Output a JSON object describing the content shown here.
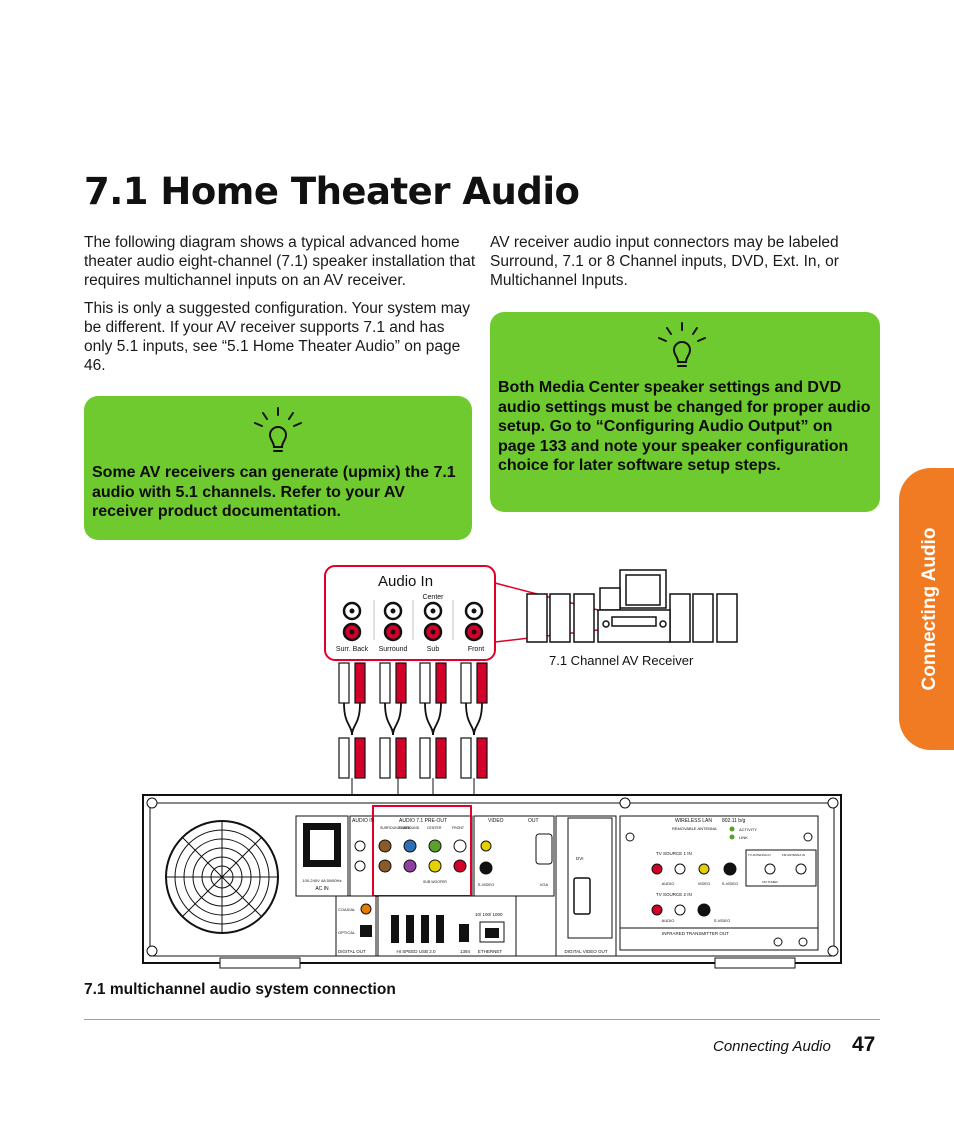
{
  "page": {
    "title": "7.1 Home Theater Audio",
    "paragraphs": [
      "The following diagram shows a typical advanced home theater audio eight-channel (7.1) speaker installation that requires multichannel inputs on an AV receiver.",
      "This is only a suggested configuration. Your system may be different. If your AV receiver supports 7.1 and has only 5.1 inputs, see “5.1 Home Theater Audio” on page 46.",
      "AV receiver audio input connectors may be labeled Surround, 7.1 or 8 Channel inputs, DVD, Ext. In, or Multichannel Inputs."
    ],
    "tips": [
      {
        "text": "Some AV receivers can generate (upmix) the 7.1 audio with 5.1 channels. Refer to your AV receiver product documentation.",
        "icon": "lightbulb-icon"
      },
      {
        "text": "Both Media Center speaker settings and DVD audio settings must be changed for proper audio setup. Go to “Configuring Audio Output” on page 133 and note your speaker configuration choice for later software setup steps.",
        "icon": "lightbulb-icon"
      }
    ],
    "side_tab": "Connecting Audio",
    "figure_caption": "7.1 multichannel audio system connection",
    "footer": {
      "section": "Connecting Audio",
      "page_number": "47"
    }
  },
  "diagram": {
    "audio_in_label": "Audio In",
    "center_label": "Center",
    "jack_labels": [
      "Surr. Back",
      "Surround",
      "Sub",
      "Front"
    ],
    "receiver_label": "7.1 Channel AV Receiver",
    "panel": {
      "audio_in": "AUDIO IN",
      "pre_out": "AUDIO 7.1 PRE-OUT",
      "pre_out_cols": [
        "SURROUND BACK",
        "SURROUND",
        "CENTER",
        "FRONT"
      ],
      "subwoofer": "SUB WOOFER",
      "video": "VIDEO",
      "out": "OUT",
      "s_video": "S-VIDEO",
      "vga": "VGA",
      "dvi": "DVI",
      "digital_video_out": "DIGITAL VIDEO OUT",
      "wireless_lan": "WIRELESS LAN",
      "wireless_std": "802.11 b/g",
      "removable_antenna": "REMOVABLE ANTENNA",
      "activity": "ACTIVITY",
      "link": "LINK",
      "tv_source_1": "TV SOURCE   1   IN",
      "tv_source_2": "TV SOURCE   2   IN",
      "audio": "AUDIO",
      "tv_antenna": "TV ANTENNA IN",
      "fm_antenna": "FM ANTENNA IN",
      "fm_tuner": "FM TUNER",
      "coaxial": "COAXIAL",
      "optical": "OPTICAL",
      "digital_out": "DIGITAL OUT",
      "usb": "HI SPEED USB 2.0",
      "firewire": "1394",
      "ethernet_speed": "10/ 100/ 1000",
      "ethernet": "ETHERNET",
      "ir_out": "INFRARED TRANSMITTER OUT",
      "ac_in": "AC IN",
      "ac_rating": "100-240V 4A 50/60Hz"
    }
  }
}
